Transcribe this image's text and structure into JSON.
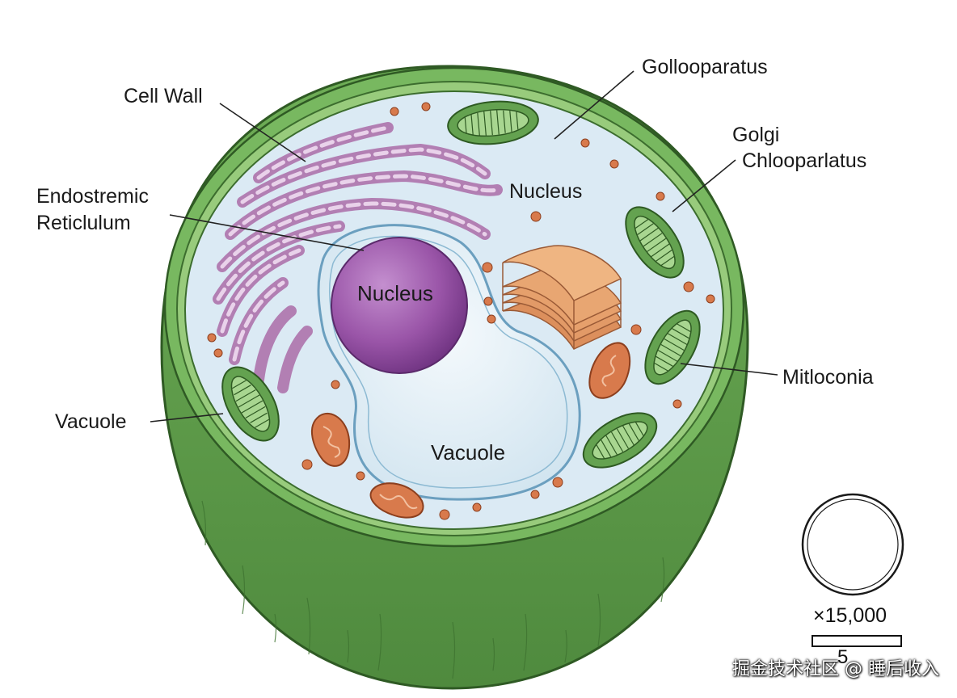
{
  "labels": {
    "cell_wall": "Cell Wall",
    "golgi_apparatus_top": "Gollooparatus",
    "golgi_line1": "Golgi",
    "golgi_line2": "Chlooparlatus",
    "er_line1": "Endostremic",
    "er_line2": "Reticlulum",
    "nucleus_outer": "Nucleus",
    "nucleus_inner": "Nucleus",
    "vacuole_left": "Vacuole",
    "vacuole_inner": "Vacuole",
    "mitochondria": "Mitloconia"
  },
  "scale": {
    "magnification": "×15,000",
    "unit": "5"
  },
  "watermark": "掘金技术社区 @ 睡后收入",
  "colors": {
    "cell_wall": "#5e9a4a",
    "cytoplasm": "#dbeaf4",
    "er": "#c79bc6",
    "nucleus": "#8c4a9a",
    "vacuole": "#e6f1f8",
    "chloroplast": "#64a250",
    "mitochondria": "#d87a4c",
    "golgi": "#e6a06c"
  }
}
